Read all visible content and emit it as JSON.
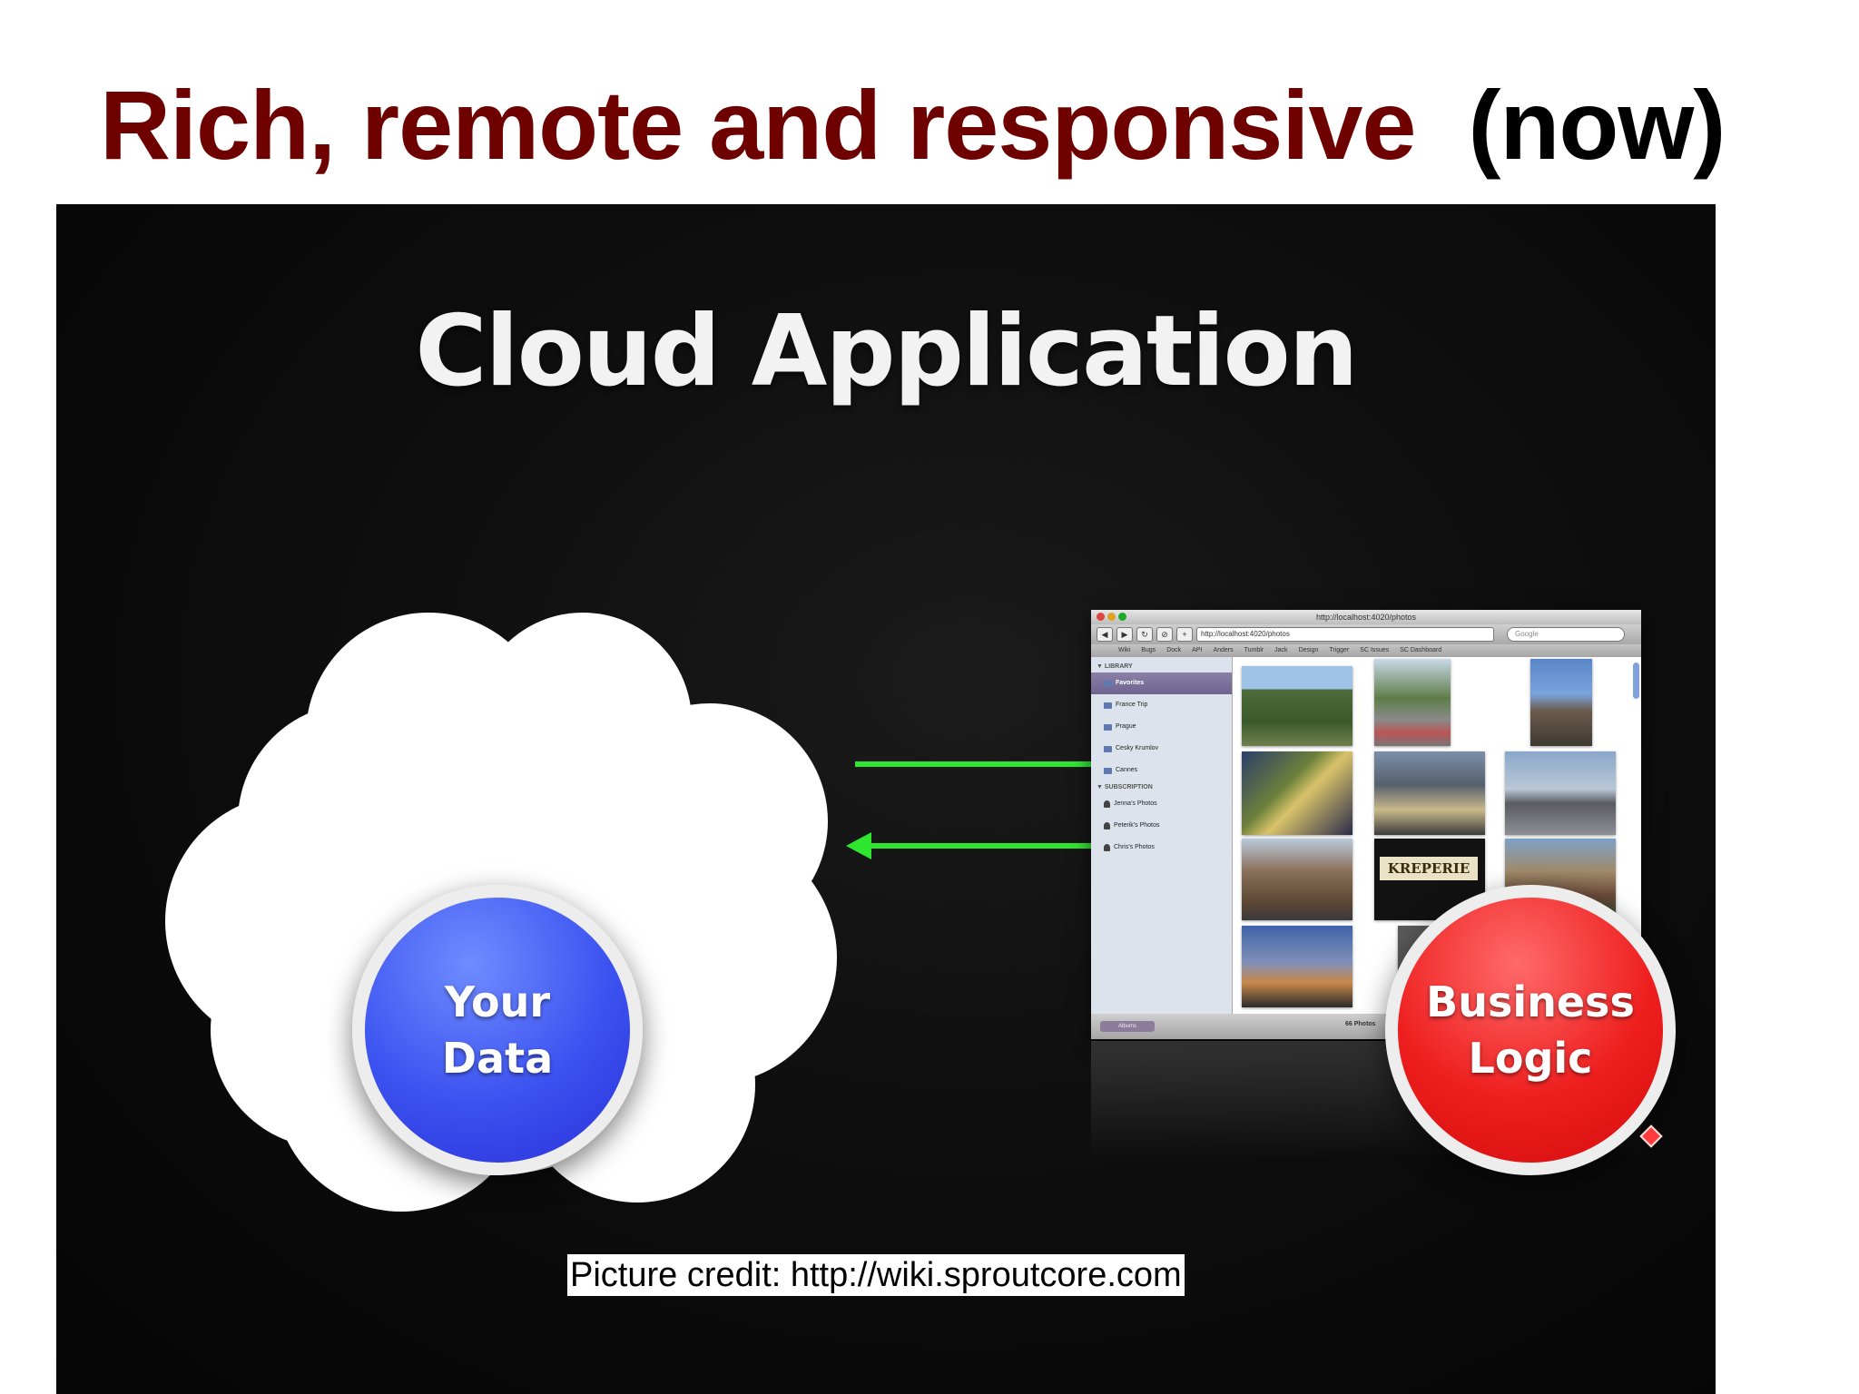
{
  "slide": {
    "title_main": "Rich, remote and responsive",
    "title_suffix": "(now)",
    "credit": "Picture credit: http://wiki.sproutcore.com"
  },
  "photo": {
    "heading": "Cloud Application",
    "circle_data_label": "Your\nData",
    "circle_logic_label": "Business\nLogic"
  },
  "browser": {
    "window_title": "http://localhost:4020/photos",
    "url": "http://localhost:4020/photos",
    "search_placeholder": "Google",
    "bookmarks": [
      "Wiki",
      "Bugs",
      "Dock",
      "API",
      "Anders",
      "Tumblr",
      "Jack",
      "Design",
      "Trigger",
      "SC Issues",
      "SC Dashboard"
    ],
    "library_header": "LIBRARY",
    "library_items": [
      "Favorites",
      "France Trip",
      "Prague",
      "Cesky Krumlov",
      "Cannes"
    ],
    "subscriptions_header": "SUBSCRIPTION",
    "subscription_items": [
      "Jenna's Photos",
      "Peterik's Photos",
      "Chris's Photos"
    ],
    "album_button": "Albums",
    "photo_count": "66 Photos",
    "thumb_sign_text": "KREPERIE"
  },
  "colors": {
    "title_red": "#6e0000",
    "arrow_green": "#2ee62e",
    "data_blue": "#3b52f0",
    "logic_red": "#ee1e1e"
  }
}
